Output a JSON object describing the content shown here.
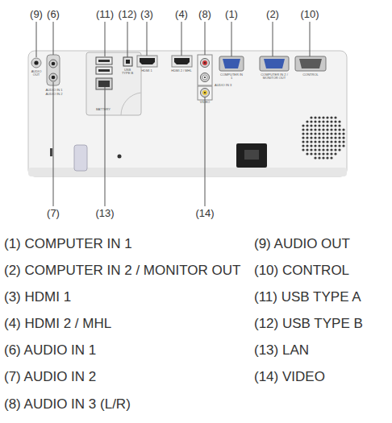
{
  "diagram": {
    "labels": [
      "(9)",
      "(6)",
      "(11)",
      "(12)",
      "(3)",
      "(4)",
      "(8)",
      "(1)",
      "(2)",
      "(10)",
      "(7)",
      "(13)",
      "(14)",
      "AUDIO OUT",
      "AUDIO IN 1",
      "AUDIO IN 2",
      "USB TYPE B",
      "HDMI 1",
      "HDMI 2 / MHL",
      "COMPUTER IN 1",
      "COMPUTER IN 2 / MONITOR OUT",
      "CONTROL",
      "AUDIO IN 3",
      "VIDEO",
      "BATTERY",
      "(1) COMPUTER IN 1",
      "(2) COMPUTER IN 2 / MONITOR OUT",
      "(3) HDMI 1",
      "(4) HDMI 2 / MHL",
      "(6) AUDIO IN 1",
      "(7) AUDIO IN 2",
      "(8) AUDIO IN 3 (L/R)",
      "(9) AUDIO OUT",
      "(10) CONTROL",
      "(11) USB TYPE A",
      "(12) USB TYPE B",
      "(13) LAN",
      "(14) VIDEO"
    ]
  }
}
